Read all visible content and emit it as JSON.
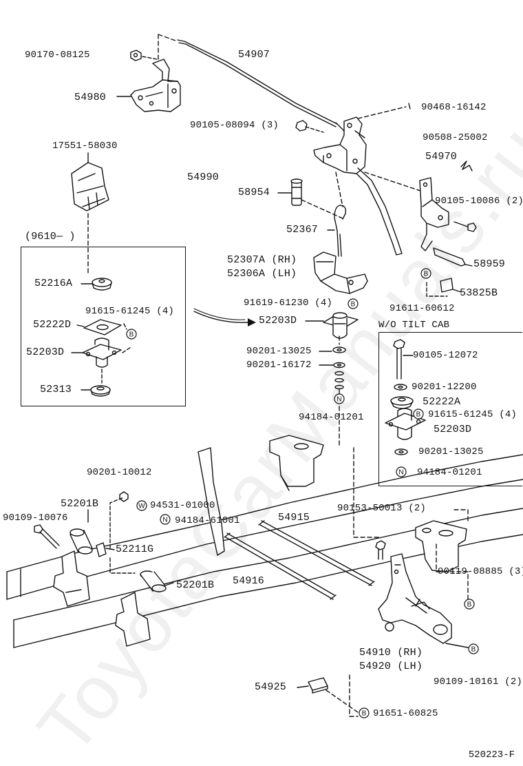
{
  "labels": {
    "p90170": "90170-08125",
    "p54907": "54907",
    "p54980": "54980",
    "p90468": "90468-16142",
    "p90105a": "90105-08094 (3)",
    "p17551": "17551-58030",
    "p90508": "90508-25002",
    "p54970": "54970",
    "p54990": "54990",
    "p58954": "58954",
    "p90105b": "90105-10086 (2)",
    "p52367": "52367",
    "p9610": "(9610—     )",
    "p52307a": "52307A (RH)",
    "p52306a": "52306A (LH)",
    "p58959": "58959",
    "p52216a": "52216A",
    "p91615a": "91615-61245 (4)",
    "p91619": "91619-61230 (4)",
    "p53825b": "53825B",
    "p91611": "91611-60612",
    "p52222d": "52222D",
    "p52203d_main": "52203D",
    "p52203d_box": "52203D",
    "p90201_13025a": "90201-13025",
    "p90201_16172": "90201-16172",
    "p52313": "52313",
    "p94184a": "94184-01201",
    "wo_tilt": "W/O TILT CAB",
    "p90105_12072": "90105-12072",
    "p90201_12200": "90201-12200",
    "p52222a": "52222A",
    "p91615b": "91615-61245 (4)",
    "p52203d_right": "52203D",
    "p90201_13025b": "90201-13025",
    "p94184b": "94184-01201",
    "p90201_10012": "90201-10012",
    "p52201b_a": "52201B",
    "p94531": "94531-01000",
    "p94184c": "94184-61001",
    "p90109_10076": "90109-10076",
    "p52211g": "52211G",
    "p54915": "54915",
    "p90153": "90153-50013 (2)",
    "p90119": "90119-08885 (3)",
    "p54916": "54916",
    "p52201b_b": "52201B",
    "p54910": "54910 (RH)",
    "p54920": "54920 (LH)",
    "p90109_10161": "90109-10161 (2)",
    "p54925": "54925",
    "p91651": "91651-60825"
  },
  "markers": {
    "b": "B",
    "n": "N",
    "w": "W"
  },
  "diagram_number": "520223-F",
  "watermark": "ToyotaCarManuals.ru"
}
